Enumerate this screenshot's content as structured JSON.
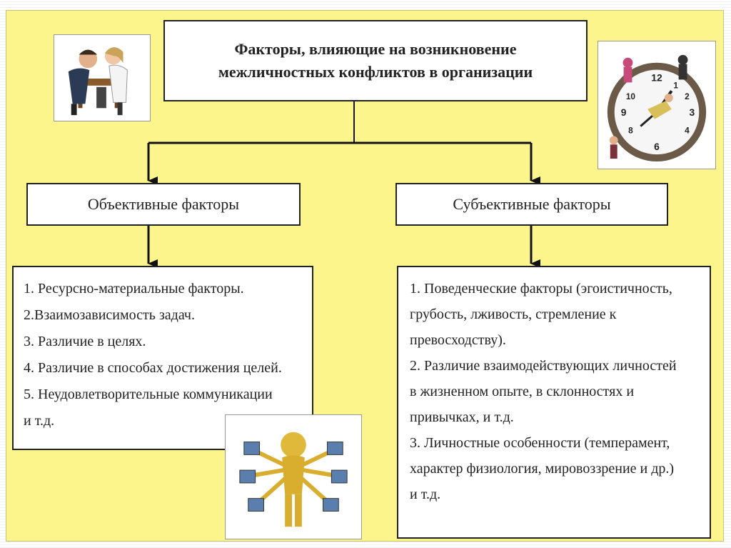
{
  "diagram": {
    "title": "Факторы, влияющие на возникновение межличностных конфликтов в организации",
    "left_branch": {
      "heading": "Объективные факторы",
      "items": [
        "1. Ресурсно-материальные факторы.",
        "2.Взаимозависимость задач.",
        "3. Различие в целях.",
        "4. Различие в способах достижения целей.",
        "5. Неудовлетворительные коммуникации",
        "и т.д."
      ]
    },
    "right_branch": {
      "heading": "Субъективные факторы",
      "items": [
        "1. Поведенческие факторы (эгоистичность,",
        "грубость, лживость, стремление к",
        "превосходству).",
        "2. Различие взаимодействующих личностей",
        "в жизненном опыте, в склонностях и",
        "привычках, и т.д.",
        "3. Личностные особенности (темперамент,",
        "характер физиология, мировоззрение и др.)",
        "и т.д."
      ]
    }
  },
  "images": {
    "top_left": "arguing-people-clipart",
    "top_right": "clock-with-people-clipart",
    "bottom_center": "golden-figure-with-monitors-clipart"
  },
  "colors": {
    "slide_background": "#fbf58c",
    "box_border": "#222222",
    "connector": "#111111"
  }
}
